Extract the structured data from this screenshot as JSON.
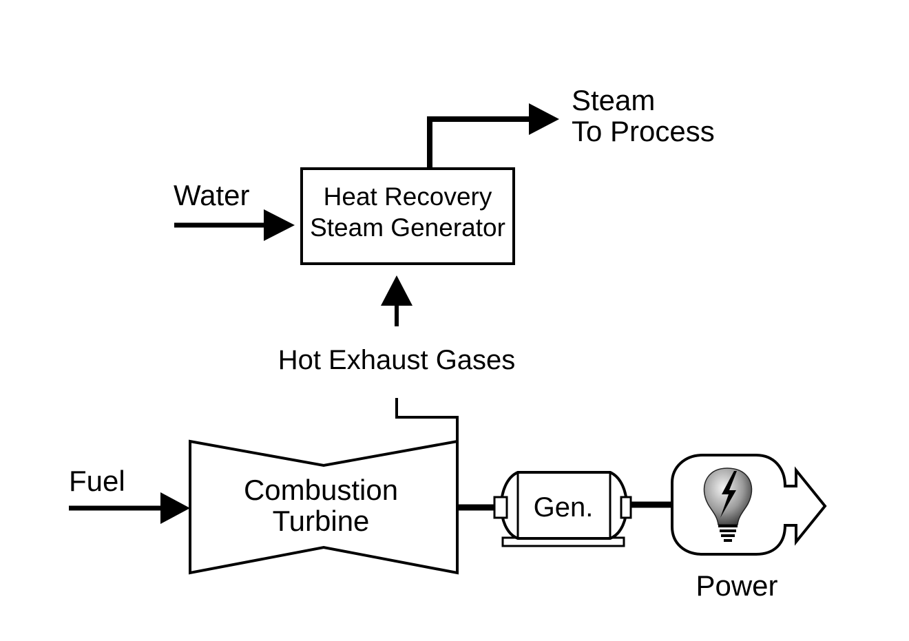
{
  "diagram": {
    "hrsg": {
      "line1": "Heat Recovery",
      "line2": "Steam Generator"
    },
    "steam_output": {
      "line1": "Steam",
      "line2": "To Process"
    },
    "water_input": "Water",
    "exhaust_label": "Hot Exhaust Gases",
    "fuel_input": "Fuel",
    "turbine": {
      "line1": "Combustion",
      "line2": "Turbine"
    },
    "generator": "Gen.",
    "power_output": "Power",
    "icons": [
      "light-bulb-icon",
      "lightning-bolt-icon"
    ]
  }
}
